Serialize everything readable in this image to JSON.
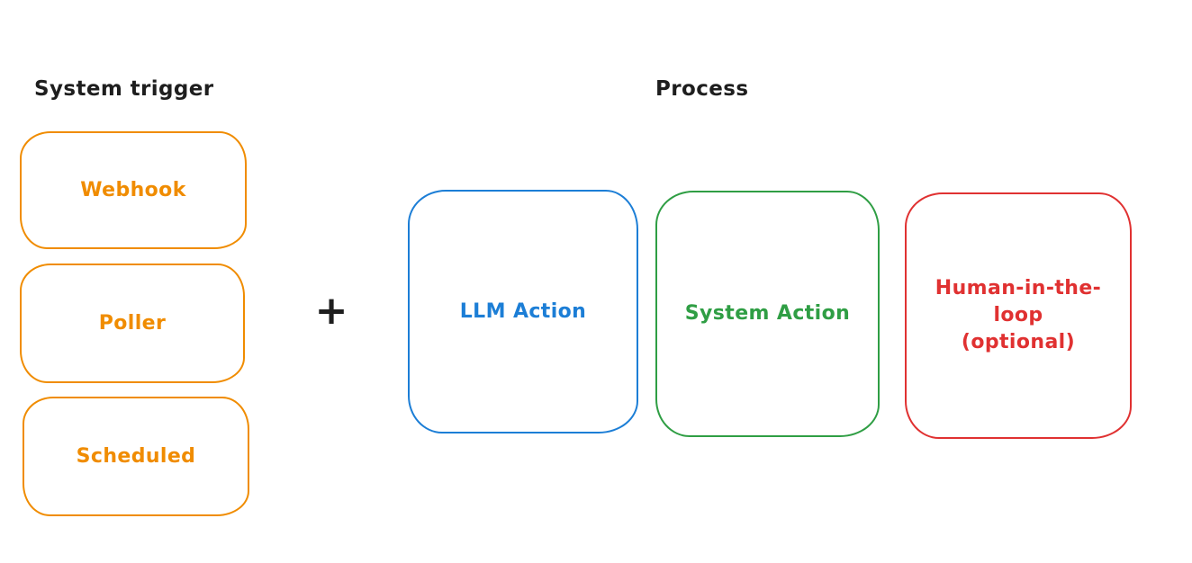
{
  "canvas": {
    "background": "#ffffff"
  },
  "labels": {
    "system_trigger": "System trigger",
    "process": "Process",
    "plus": "+"
  },
  "colors": {
    "text": "#1e1e1e",
    "orange": "#f08c00",
    "blue": "#1c7ed6",
    "green": "#2f9e44",
    "red": "#e03131"
  },
  "triggers": [
    {
      "id": "webhook",
      "label": "Webhook",
      "color": "#f08c00"
    },
    {
      "id": "poller",
      "label": "Poller",
      "color": "#f08c00"
    },
    {
      "id": "scheduled",
      "label": "Scheduled",
      "color": "#f08c00"
    }
  ],
  "processes": [
    {
      "id": "llm-action",
      "label": "LLM Action",
      "color": "#1c7ed6"
    },
    {
      "id": "system-action",
      "label": "System Action",
      "color": "#2f9e44"
    },
    {
      "id": "human-in-the-loop",
      "label": "Human-in-the-loop\n(optional)",
      "color": "#e03131"
    }
  ]
}
